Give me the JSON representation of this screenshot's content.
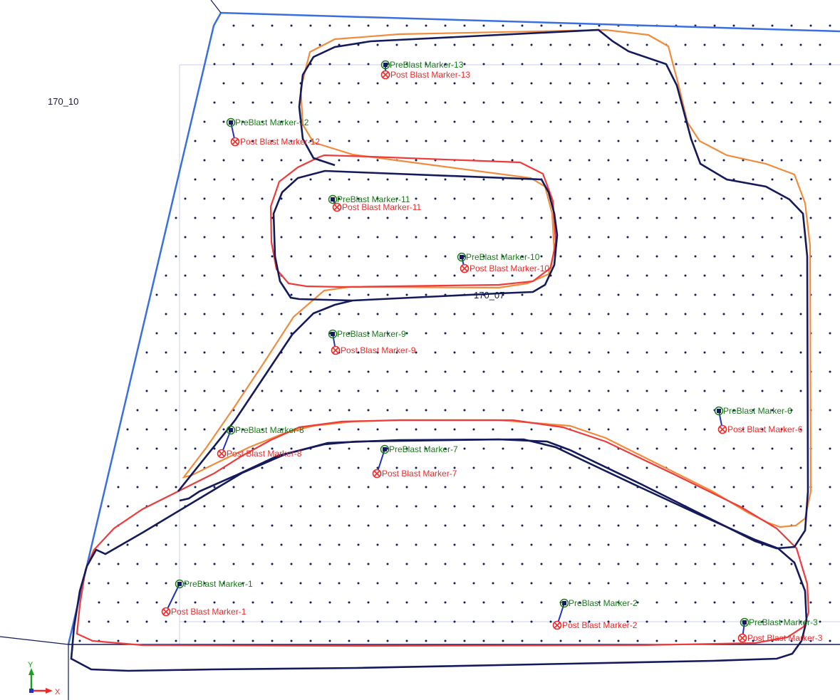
{
  "zones": [
    {
      "id": "170_10",
      "label": "170_10"
    },
    {
      "id": "170_07",
      "label": "170_07"
    }
  ],
  "markers": [
    {
      "pre": "PreBlast Marker-13",
      "post": "Post Blast Marker-13"
    },
    {
      "pre": "PreBlast Marker-12",
      "post": "Post Blast Marker-12"
    },
    {
      "pre": "PreBlast Marker-11",
      "post": "Post Blast Marker-11"
    },
    {
      "pre": "PreBlast Marker-10",
      "post": "Post Blast Marker-10"
    },
    {
      "pre": "PreBlast Marker-9",
      "post": "Post Blast Marker-9"
    },
    {
      "pre": "PreBlast Marker-8",
      "post": "Post Blast Marker-8"
    },
    {
      "pre": "PreBlast Marker-7",
      "post": "Post Blast Marker-7"
    },
    {
      "pre": "PreBlast Marker-6",
      "post": "Post Blast Marker-6"
    },
    {
      "pre": "PreBlast Marker-1",
      "post": "Post Blast Marker-1"
    },
    {
      "pre": "PreBlast Marker-2",
      "post": "Post Blast Marker-2"
    },
    {
      "pre": "PreBlast Marker-3",
      "post": "Post Blast Marker-3"
    }
  ],
  "axes": {
    "x": "X",
    "y": "Y"
  },
  "colors": {
    "blast_pattern_boundary": "#3b6fe0",
    "pre_blast_outline": "#141a5a",
    "post_blast_outline_red": "#ee3b3b",
    "post_blast_outline_orange": "#f08c3c",
    "pre_marker": "#1a7a1a",
    "post_marker": "#ee2a2a",
    "hole_dots": "#141a5a"
  }
}
